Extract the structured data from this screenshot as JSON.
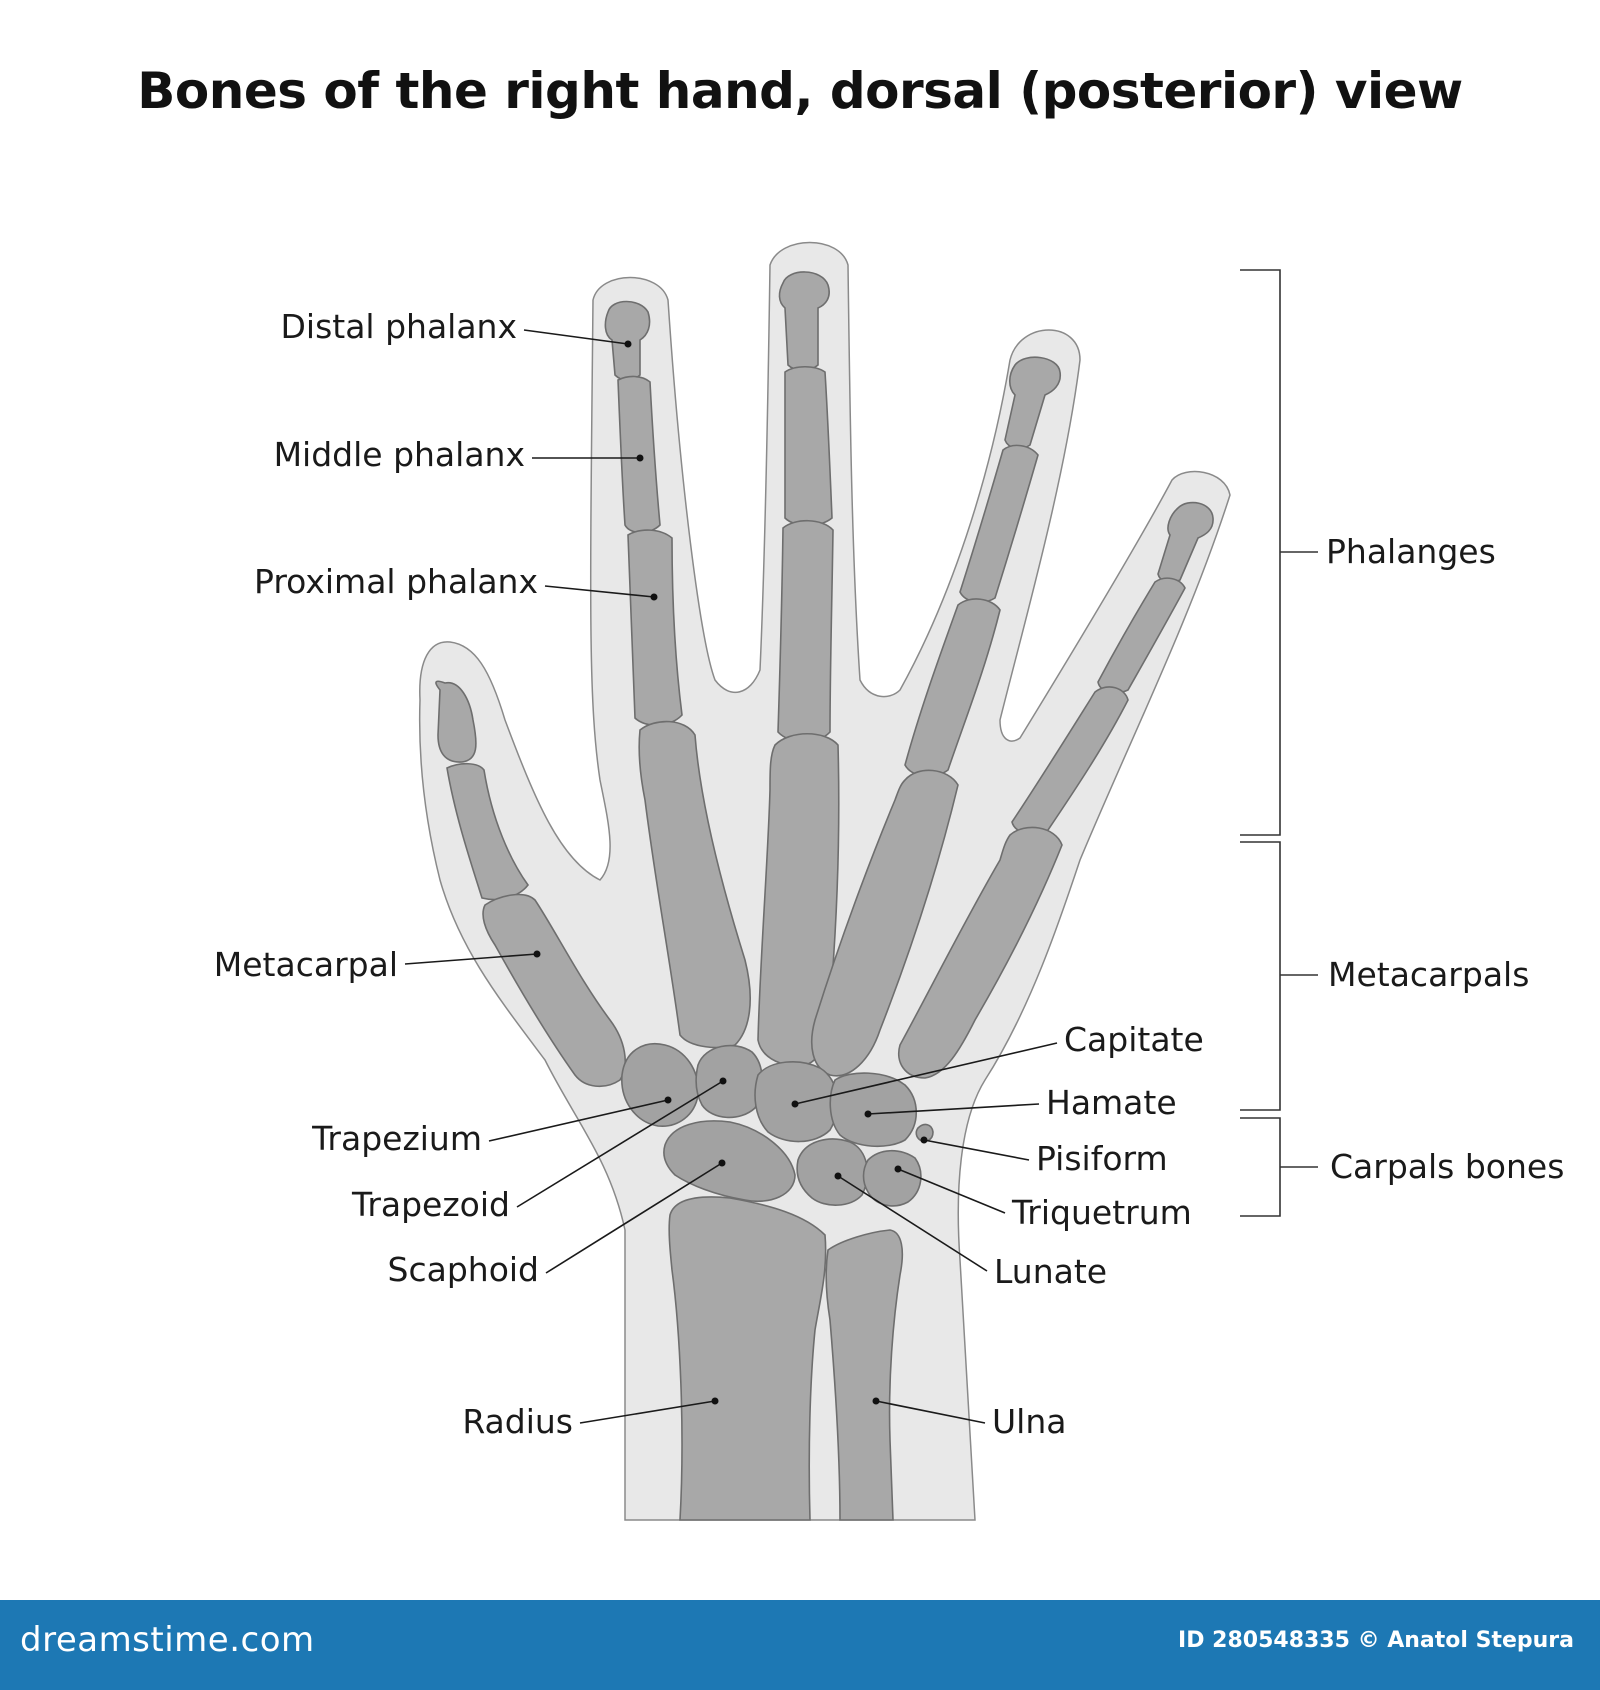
{
  "title": "Bones of the right hand, dorsal (posterior) view",
  "labels": {
    "distal_phalanx": "Distal phalanx",
    "middle_phalanx": "Middle phalanx",
    "proximal_phalanx": "Proximal phalanx",
    "metacarpal": "Metacarpal",
    "trapezium": "Trapezium",
    "trapezoid": "Trapezoid",
    "scaphoid": "Scaphoid",
    "radius": "Radius",
    "capitate": "Capitate",
    "hamate": "Hamate",
    "pisiform": "Pisiform",
    "triquetrum": "Triquetrum",
    "lunate": "Lunate",
    "ulna": "Ulna"
  },
  "groups": {
    "phalanges": "Phalanges",
    "metacarpals": "Metacarpals",
    "carpals": "Carpals bones"
  },
  "footer": {
    "brand": "dreamstime.com",
    "credit": "ID 280548335 © Anatol Stepura"
  },
  "colors": {
    "footer_bg": "#1d78b4",
    "skin": "#e8e8e8",
    "bone": "#a8a8a8"
  }
}
